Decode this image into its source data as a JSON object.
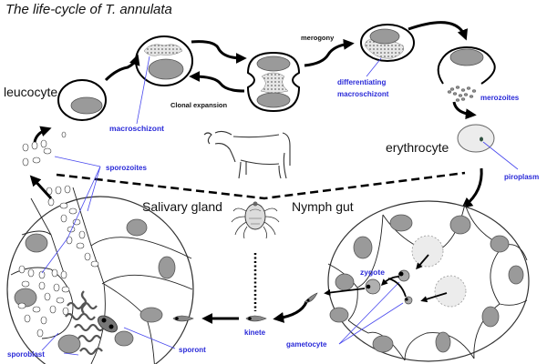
{
  "title": "The life-cycle of T. annulata",
  "labels": {
    "leucocyte": "leucocyte",
    "clonal_expansion": "Clonal expansion",
    "merogony": "merogony",
    "erythrocyte": "erythrocyte",
    "salivary_gland": "Salivary gland",
    "nymph_gut": "Nymph gut"
  },
  "stage_labels": {
    "macroschizont": "macroschizont",
    "differentiating_1": "differentiating",
    "differentiating_2": "macroschizont",
    "merozoites": "merozoites",
    "piroplasm": "piroplasm",
    "sporozoites": "sporozoites",
    "zygote": "zygote",
    "gametocyte": "gametocyte",
    "kinete": "kinete",
    "sporont": "sporont",
    "sporoblast": "sporoblast"
  },
  "hosts": {
    "mammal": "cow-icon",
    "vector": "tick-icon"
  },
  "colors": {
    "stage_label": "#2a2ad8",
    "pointer_line": "#4848ee",
    "nucleus": "#9a9a9a",
    "arrow": "#000000"
  }
}
